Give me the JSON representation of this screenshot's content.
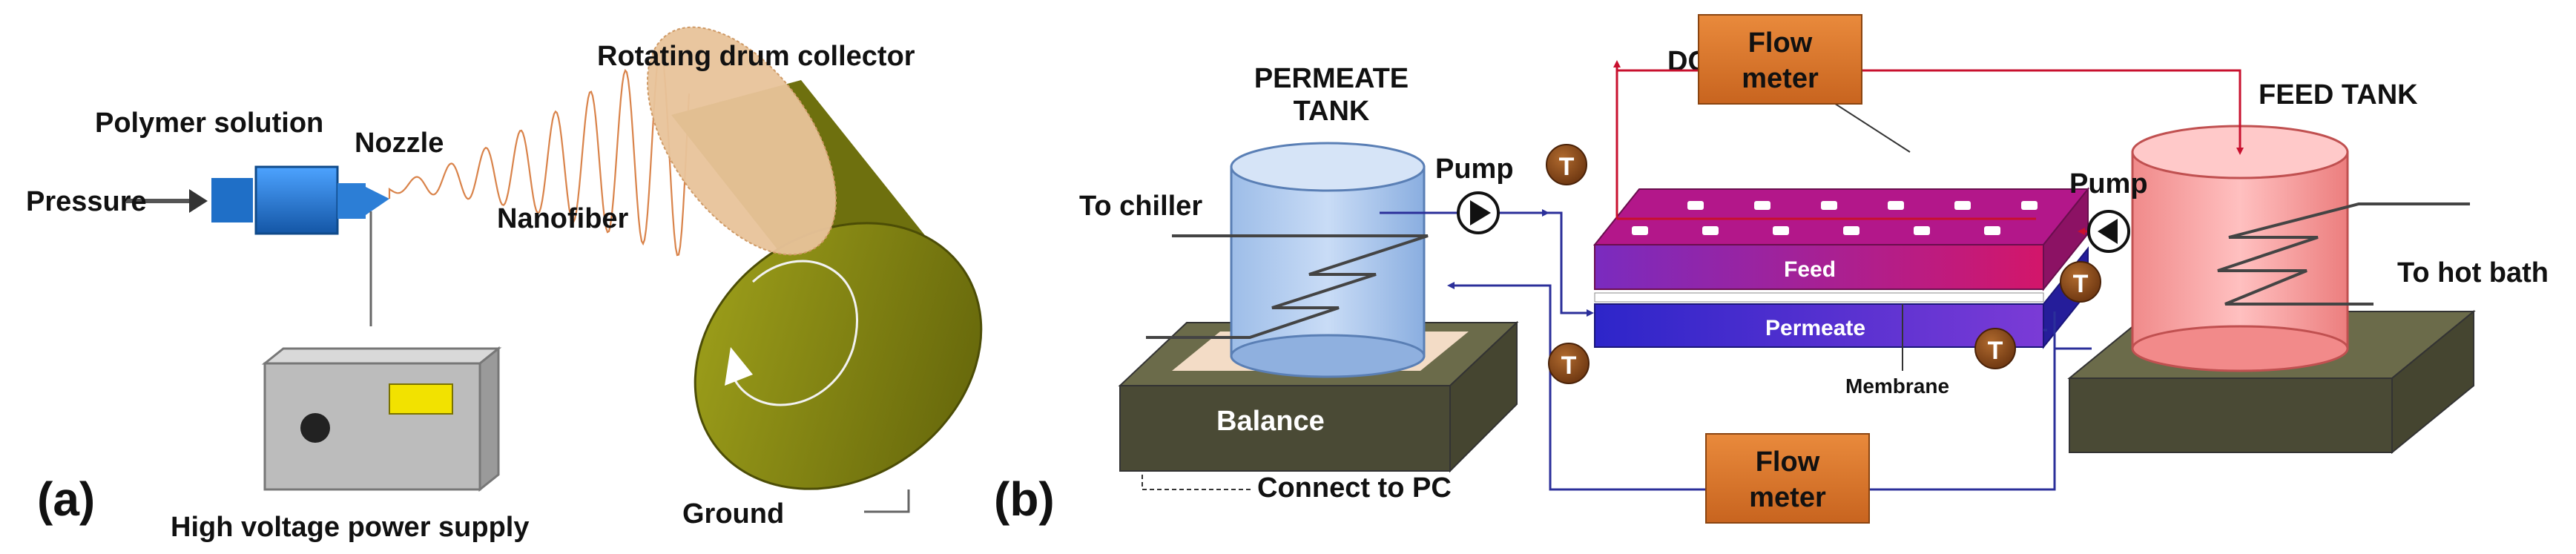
{
  "panel_a": {
    "label": "(a)",
    "pressure": "Pressure",
    "polymer_solution": "Polymer solution",
    "nozzle": "Nozzle",
    "nanofiber": "Nanofiber",
    "collector": "Rotating drum collector",
    "ground": "Ground",
    "power_supply": "High voltage power supply"
  },
  "panel_b": {
    "label": "(b)",
    "permeate_tank_line1": "PERMEATE",
    "permeate_tank_line2": "TANK",
    "to_chiller": "To chiller",
    "balance": "Balance",
    "connect_pc": "Connect to PC",
    "pump_left": "Pump",
    "pump_right": "Pump",
    "flow_meter_top_line1": "Flow",
    "flow_meter_top_line2": "meter",
    "flow_meter_bottom_line1": "Flow",
    "flow_meter_bottom_line2": "meter",
    "dcmd_cell": "DCMD cell",
    "feed": "Feed",
    "permeate": "Permeate",
    "membrane": "Membrane",
    "feed_tank": "FEED TANK",
    "to_hot_bath": "To hot bath",
    "thermometer_symbol": "T"
  },
  "colors": {
    "nozzle_blue": "#1f6fc7",
    "fiber": "#d9834a",
    "drum_olive": "#8a8a10",
    "flow_meter": "#d9772c",
    "thermometer": "#8b4513",
    "feed_pipe": "#c8102e",
    "permeate_pipe": "#2b2f9a",
    "feed_plate": "#c01f7a",
    "permeate_plate": "#3a2bd0",
    "balance_dark": "#3a3a2a",
    "permeate_tank": "#a9c7ef",
    "feed_tank": "#f59a9a"
  }
}
